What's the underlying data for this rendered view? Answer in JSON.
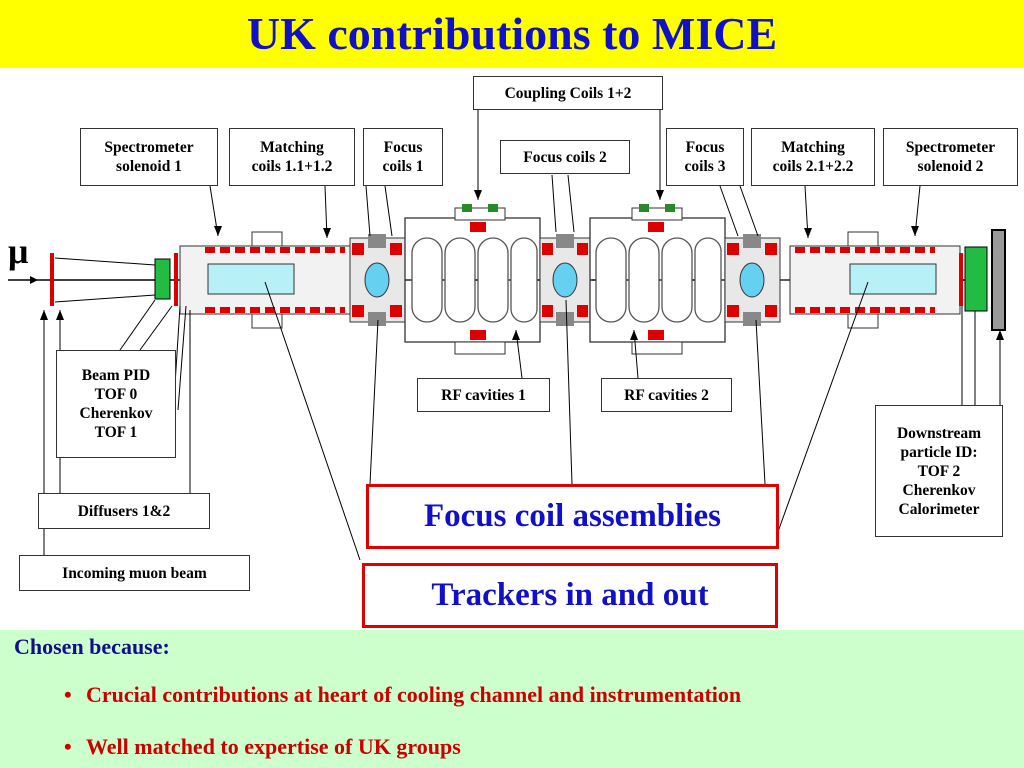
{
  "title": "UK contributions to MICE",
  "labels": {
    "coupling_coils": "Coupling Coils 1+2",
    "spectrometer_1": "Spectrometer\nsolenoid 1",
    "matching_1": "Matching\ncoils 1.1+1.2",
    "focus_1": "Focus\ncoils 1",
    "focus_2": "Focus coils 2",
    "focus_3": "Focus\ncoils 3",
    "matching_2": "Matching\ncoils 2.1+2.2",
    "spectrometer_2": "Spectrometer\nsolenoid 2",
    "beam_pid": "Beam PID\nTOF 0\nCherenkov\nTOF 1",
    "rf_1": "RF cavities 1",
    "rf_2": "RF cavities 2",
    "downstream": "Downstream\nparticle ID:\nTOF 2\nCherenkov\nCalorimeter",
    "diffusers": "Diffusers 1&2",
    "incoming": "Incoming muon beam",
    "mu_symbol": "μ"
  },
  "highlights": {
    "focus_assemblies": "Focus coil assemblies",
    "trackers": "Trackers in and out"
  },
  "footer": {
    "heading": "Chosen because:",
    "bullets": [
      "Crucial contributions at heart of cooling channel and instrumentation",
      "Well matched to expertise of UK groups"
    ]
  },
  "colors": {
    "title_bg": "#ffff00",
    "title_text": "#1010c8",
    "footer_bg": "#ccffcc",
    "bullet_text": "#cc0000",
    "highlight_border": "#e00000"
  }
}
